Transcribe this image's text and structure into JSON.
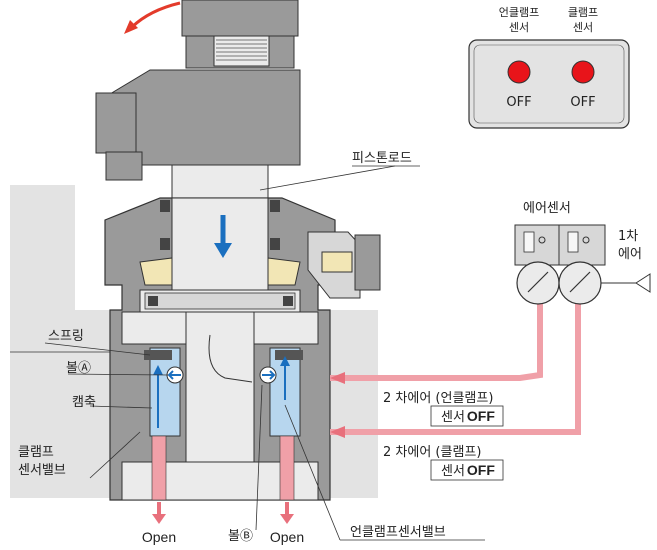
{
  "colors": {
    "body_gray": "#9a9a9a",
    "body_light": "#d7d7d7",
    "rod_light": "#ebebeb",
    "bg_block": "#e3e3e3",
    "valve_blue": "#b7d6ee",
    "flow_blue": "#1a6fbf",
    "air_pink": "#f0a0a8",
    "air_arrow": "#e8707c",
    "seal_yellow": "#f2e6b5",
    "rotate_arrow": "#e33b2b",
    "lamp_red": "#e8141a"
  },
  "sensor_panel": {
    "unclamp_label_line1": "언클램프",
    "unclamp_label_line2": "센서",
    "clamp_label_line1": "클램프",
    "clamp_label_line2": "센서",
    "unclamp_state": "OFF",
    "clamp_state": "OFF"
  },
  "labels": {
    "piston_rod": "피스톤로드",
    "air_sensor": "에어센서",
    "primary_air_line1": "1차",
    "primary_air_line2": "에어",
    "spring": "스프링",
    "ball_a": "볼Ⓐ",
    "cam_shaft": "캠축",
    "clamp_sensor_valve_line1": "클램프",
    "clamp_sensor_valve_line2": "센서밸브",
    "secondary_unclamp_line1": "2 차에어 (언클램프)",
    "secondary_unclamp_box_text": "센서",
    "secondary_unclamp_box_state": "OFF",
    "secondary_clamp_line1": "2 차에어 (클램프)",
    "secondary_clamp_box_text": "센서",
    "secondary_clamp_box_state": "OFF",
    "open_left": "Open",
    "ball_b": "볼Ⓑ",
    "open_right": "Open",
    "unclamp_sensor_valve": "언클램프센서밸브"
  }
}
